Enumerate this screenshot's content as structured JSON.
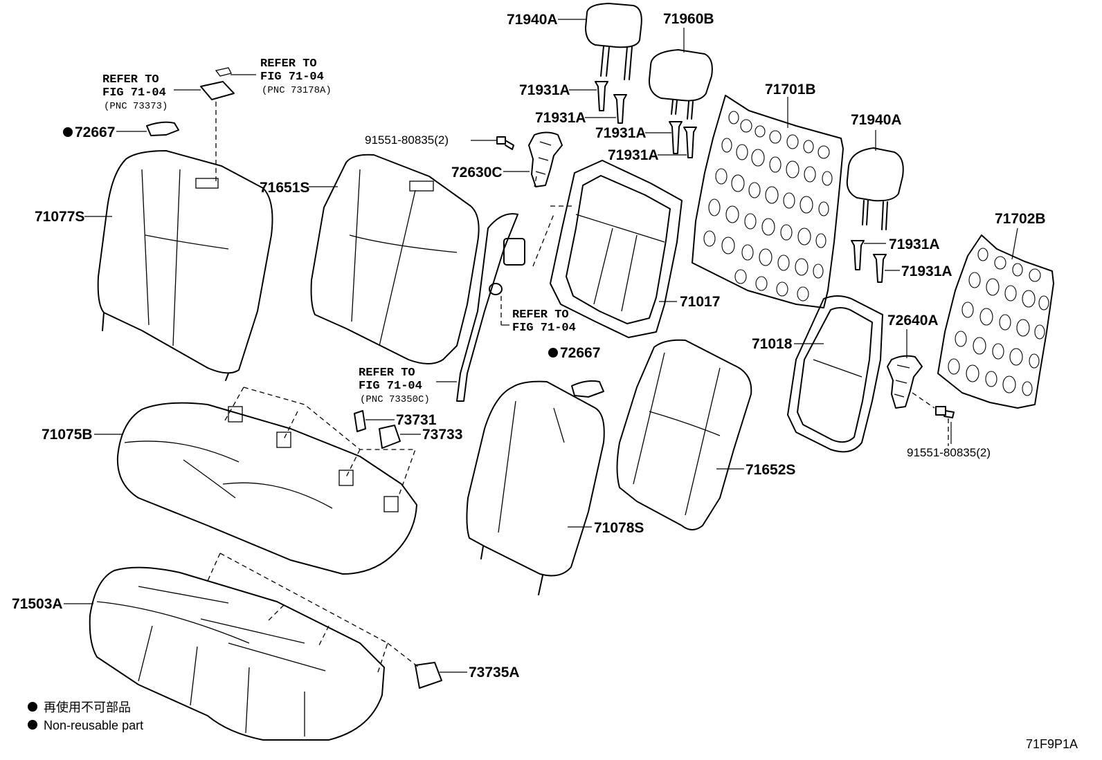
{
  "parts": {
    "p71940A_top": "71940A",
    "p71960B": "71960B",
    "p71931A_1": "71931A",
    "p71931A_2": "71931A",
    "p71931A_3": "71931A",
    "p71931A_4": "71931A",
    "p71931A_5": "71931A",
    "p71931A_6": "71931A",
    "p71701B": "71701B",
    "p71940A_right": "71940A",
    "p71702B": "71702B",
    "p91551_top": "91551-80835(2)",
    "p91551_right": "91551-80835(2)",
    "p72630C": "72630C",
    "p72640A": "72640A",
    "p72667_left": "72667",
    "p72667_mid": "72667",
    "p71077S": "71077S",
    "p71651S": "71651S",
    "p71017": "71017",
    "p71018": "71018",
    "p71075B": "71075B",
    "p73731": "73731",
    "p73733": "73733",
    "p71652S": "71652S",
    "p71078S": "71078S",
    "p71503A": "71503A",
    "p73735A": "73735A"
  },
  "refs": {
    "r1": {
      "l1": "REFER TO",
      "l2": "FIG 71-04",
      "l3": "(PNC 73373)"
    },
    "r2": {
      "l1": "REFER TO",
      "l2": "FIG 71-04",
      "l3": "(PNC 73178A)"
    },
    "r3": {
      "l1": "REFER TO",
      "l2": "FIG 71-04"
    },
    "r4": {
      "l1": "REFER TO",
      "l2": "FIG 71-04",
      "l3": "(PNC 73350C)"
    }
  },
  "legend": {
    "bullet_jp": "再使用不可部品",
    "bullet_en": "Non-reusable part"
  },
  "figure_code": "71F9P1A"
}
